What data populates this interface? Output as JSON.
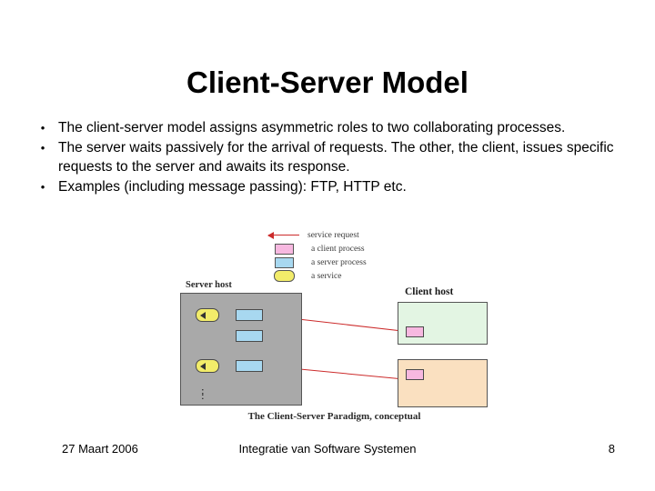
{
  "slide": {
    "title": "Client-Server Model",
    "bullets": [
      {
        "marker": "•",
        "text": "The client-server model  assigns asymmetric roles to two collaborating processes."
      },
      {
        "marker": "•",
        "text": "The server waits passively for the arrival of requests.  The other, the client, issues specific requests to the server and awaits its response."
      },
      {
        "marker": "•",
        "text": "Examples (including message passing): FTP, HTTP etc."
      }
    ],
    "figure": {
      "legend": [
        {
          "icon": "arrow-icon",
          "label": "service request"
        },
        {
          "icon": "pink-square-icon",
          "label": "a client process"
        },
        {
          "icon": "blue-square-icon",
          "label": "a server process"
        },
        {
          "icon": "yellow-rounded-icon",
          "label": "a service"
        }
      ],
      "server_host_label": "Server host",
      "client_host_label": "Client host",
      "caption": "The Client-Server Paradigm, conceptual"
    },
    "footer": {
      "date": "27 Maart 2006",
      "center": "Integratie van Software Systemen",
      "page": "8"
    },
    "colors": {
      "arrow": "#cc2b2b",
      "client_process": "#f7b8e0",
      "server_process": "#a8d8f0",
      "service": "#f2ec6a",
      "server_host": "#a9a9a9",
      "client_host_green": "#e3f5e3",
      "client_host_orange": "#fae0c0"
    }
  }
}
